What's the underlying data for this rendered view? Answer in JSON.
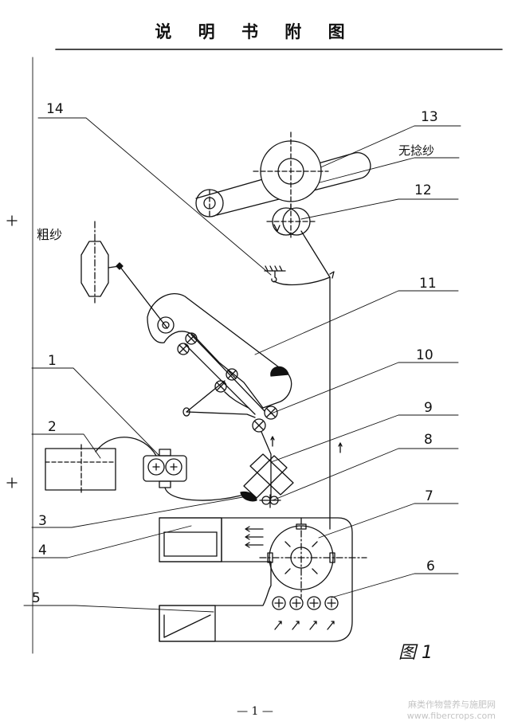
{
  "header": {
    "title": "说 明 书 附 图"
  },
  "labels": {
    "n1": "1",
    "n2": "2",
    "n3": "3",
    "n4": "4",
    "n5": "5",
    "n6": "6",
    "n7": "7",
    "n8": "8",
    "n9": "9",
    "n10": "10",
    "n11": "11",
    "n12": "12",
    "n13": "13",
    "n14": "14",
    "roving": "粗纱",
    "twistless_yarn": "无捻纱"
  },
  "figure": {
    "caption": "图 1"
  },
  "footer": {
    "page_number": "— 1 —",
    "watermark_cn": "麻类作物营养与施肥网",
    "watermark_url": "www.fibercrops.com"
  }
}
